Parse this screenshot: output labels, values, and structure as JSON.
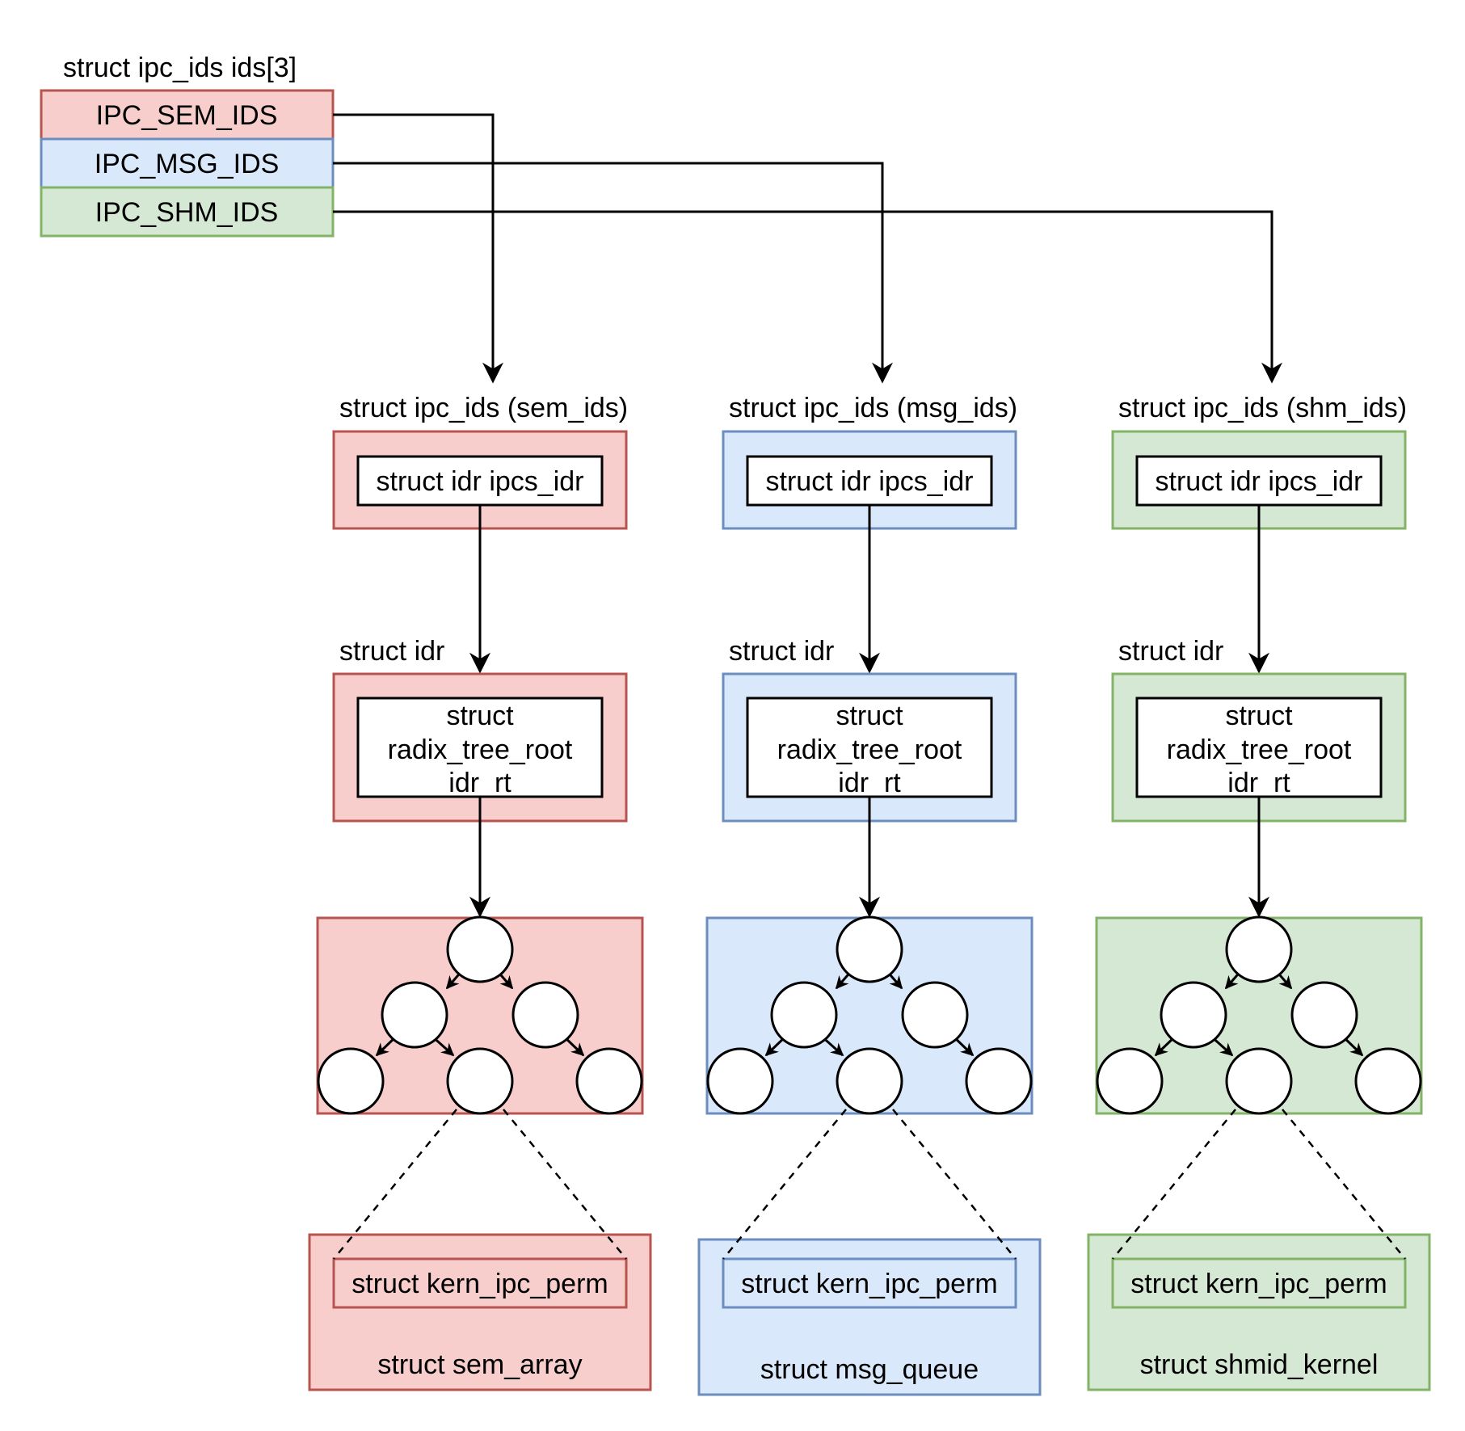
{
  "colors": {
    "sem": {
      "fill": "#f8cecc",
      "stroke": "#b85450"
    },
    "msg": {
      "fill": "#dae8fc",
      "stroke": "#6c8ebf"
    },
    "shm": {
      "fill": "#d5e8d4",
      "stroke": "#82b366"
    }
  },
  "array": {
    "title": "struct ipc_ids ids[3]",
    "rows": [
      {
        "label": "IPC_SEM_IDS",
        "theme": "sem"
      },
      {
        "label": "IPC_MSG_IDS",
        "theme": "msg"
      },
      {
        "label": "IPC_SHM_IDS",
        "theme": "shm"
      }
    ]
  },
  "columns": [
    {
      "theme": "sem",
      "ipc_ids_title": "struct ipc_ids (sem_ids)",
      "ipcs_idr_label": "struct idr ipcs_idr",
      "idr_title": "struct idr",
      "radix_lines": [
        "struct",
        "radix_tree_root",
        "idr_rt"
      ],
      "perm_label": "struct kern_ipc_perm",
      "object_label": "struct sem_array"
    },
    {
      "theme": "msg",
      "ipc_ids_title": "struct ipc_ids (msg_ids)",
      "ipcs_idr_label": "struct idr ipcs_idr",
      "idr_title": "struct idr",
      "radix_lines": [
        "struct",
        "radix_tree_root",
        "idr_rt"
      ],
      "perm_label": "struct kern_ipc_perm",
      "object_label": "struct msg_queue"
    },
    {
      "theme": "shm",
      "ipc_ids_title": "struct ipc_ids (shm_ids)",
      "ipcs_idr_label": "struct idr ipcs_idr",
      "idr_title": "struct idr",
      "radix_lines": [
        "struct",
        "radix_tree_root",
        "idr_rt"
      ],
      "perm_label": "struct kern_ipc_perm",
      "object_label": "struct shmid_kernel"
    }
  ]
}
